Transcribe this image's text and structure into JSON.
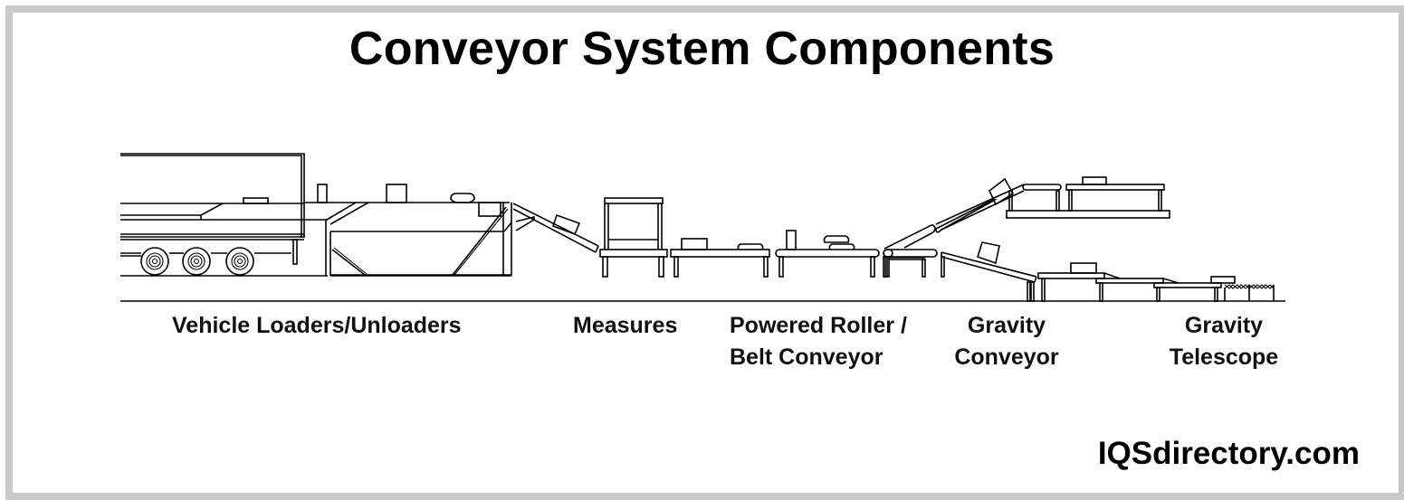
{
  "title": "Conveyor System Components",
  "labels": {
    "vehicle_loaders": "Vehicle Loaders/Unloaders",
    "measures": "Measures",
    "powered_roller_line1": "Powered Roller /",
    "powered_roller_line2": "Belt Conveyor",
    "gravity_conveyor_line1": "Gravity",
    "gravity_conveyor_line2": "Conveyor",
    "gravity_telescope_line1": "Gravity",
    "gravity_telescope_line2": "Telescope"
  },
  "brand": "IQSdirectory.com",
  "colors": {
    "frame": "#c9c9c9",
    "ink": "#000000",
    "background": "#ffffff"
  }
}
